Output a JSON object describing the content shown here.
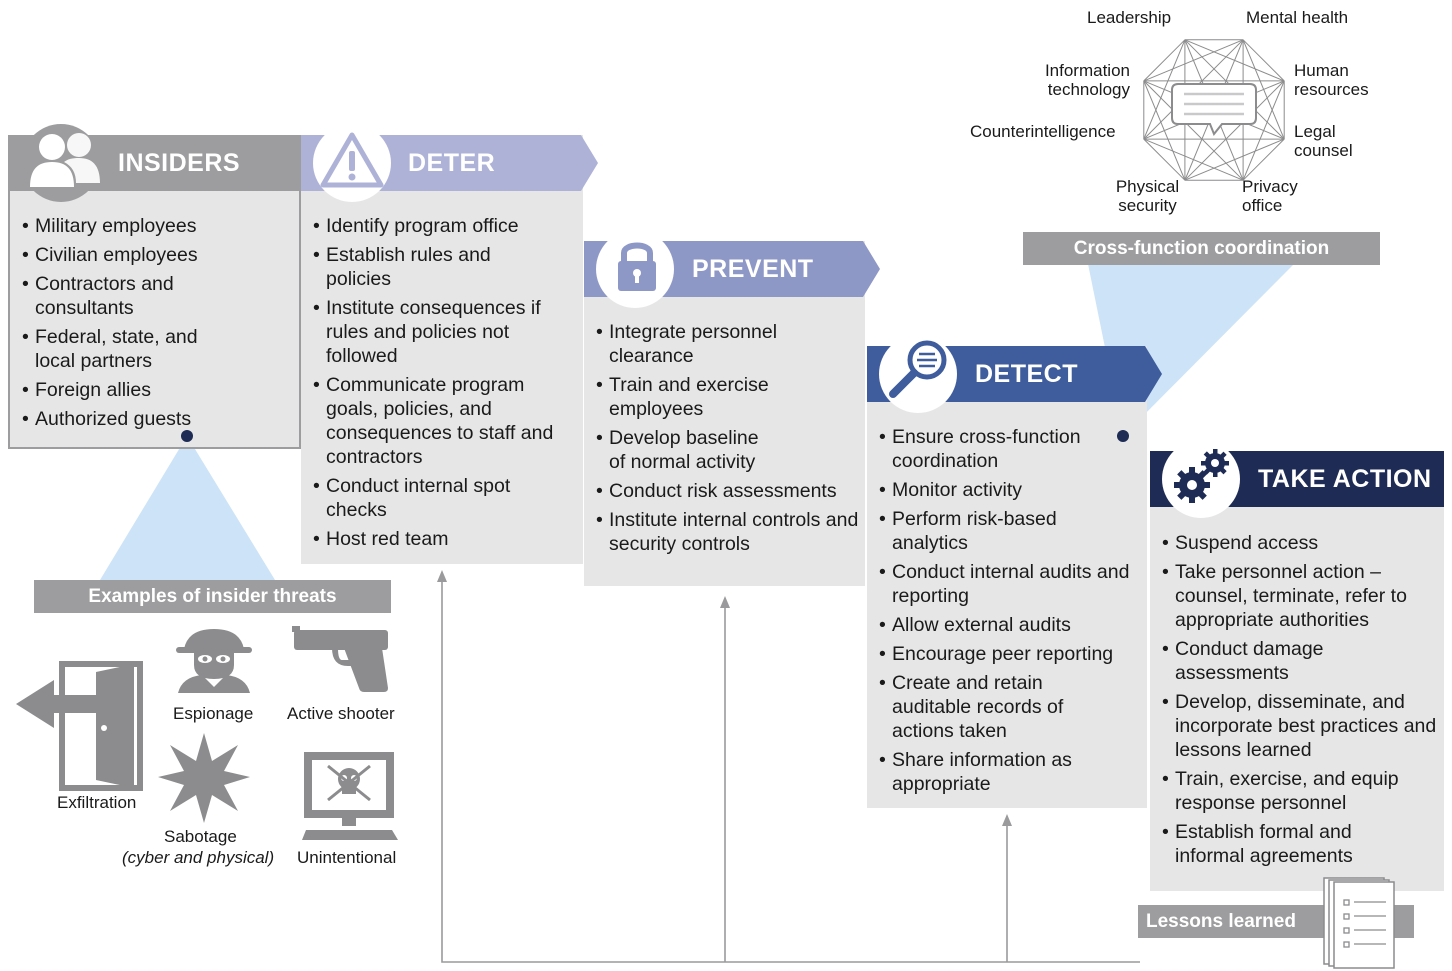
{
  "colors": {
    "insiders_header": "#9d9d9f",
    "deter_header": "#aeb2d7",
    "prevent_header": "#8e98c6",
    "detect_header": "#3f5d9c",
    "take_action_header": "#1d2b55",
    "panel_bg": "#e6e6e7",
    "connector_light_blue": "#cde3f7",
    "gray_bar": "#9d9d9f",
    "icon_gray": "#8c8c8e"
  },
  "insiders": {
    "title": "INSIDERS",
    "icon": "people-icon",
    "items": [
      "Military employees",
      "Civilian employees",
      "Contractors and consultants",
      "Federal, state, and local partners",
      "Foreign allies",
      "Authorized guests"
    ]
  },
  "deter": {
    "title": "DETER",
    "icon": "warning-icon",
    "items": [
      "Identify program office",
      "Establish rules and policies",
      "Institute consequences if rules and policies not followed",
      "Communicate program goals, policies, and consequences to staff and contractors",
      "Conduct internal spot checks",
      "Host red team"
    ]
  },
  "prevent": {
    "title": "PREVENT",
    "icon": "padlock-icon",
    "items": [
      "Integrate personnel clearance",
      "Train and exercise employees",
      "Develop baseline of normal activity",
      "Conduct risk assessments",
      "Institute internal controls and security controls"
    ]
  },
  "detect": {
    "title": "DETECT",
    "icon": "magnifier-icon",
    "items": [
      "Ensure cross-function coordination",
      "Monitor activity",
      "Perform risk-based analytics",
      "Conduct internal audits and reporting",
      "Allow external audits",
      "Encourage peer reporting",
      "Create and retain auditable records of actions taken",
      "Share information as appropriate"
    ]
  },
  "take_action": {
    "title": "TAKE ACTION",
    "icon": "gears-icon",
    "items": [
      "Suspend access",
      "Take personnel action – counsel, terminate, refer to appropriate authorities",
      "Conduct damage assessments",
      "Develop, disseminate, and incorporate best practices and lessons learned",
      "Train, exercise, and equip response personnel",
      "Establish formal and informal agreements"
    ]
  },
  "threats": {
    "title": "Examples of insider threats",
    "exfiltration": "Exfiltration",
    "espionage": "Espionage",
    "active_shooter": "Active shooter",
    "sabotage": "Sabotage",
    "sabotage_sub": "(cyber and physical)",
    "unintentional": "Unintentional"
  },
  "coordination": {
    "title": "Cross-function coordination",
    "nodes": {
      "leadership": "Leadership",
      "mental_health": "Mental health",
      "human_resources": "Human resources",
      "legal_counsel": "Legal counsel",
      "privacy_office": "Privacy office",
      "physical_security": "Physical security",
      "counterintelligence": "Counterintelligence",
      "information_technology": "Information technology"
    }
  },
  "lessons": {
    "title": "Lessons learned",
    "icon": "document-stack-icon"
  }
}
